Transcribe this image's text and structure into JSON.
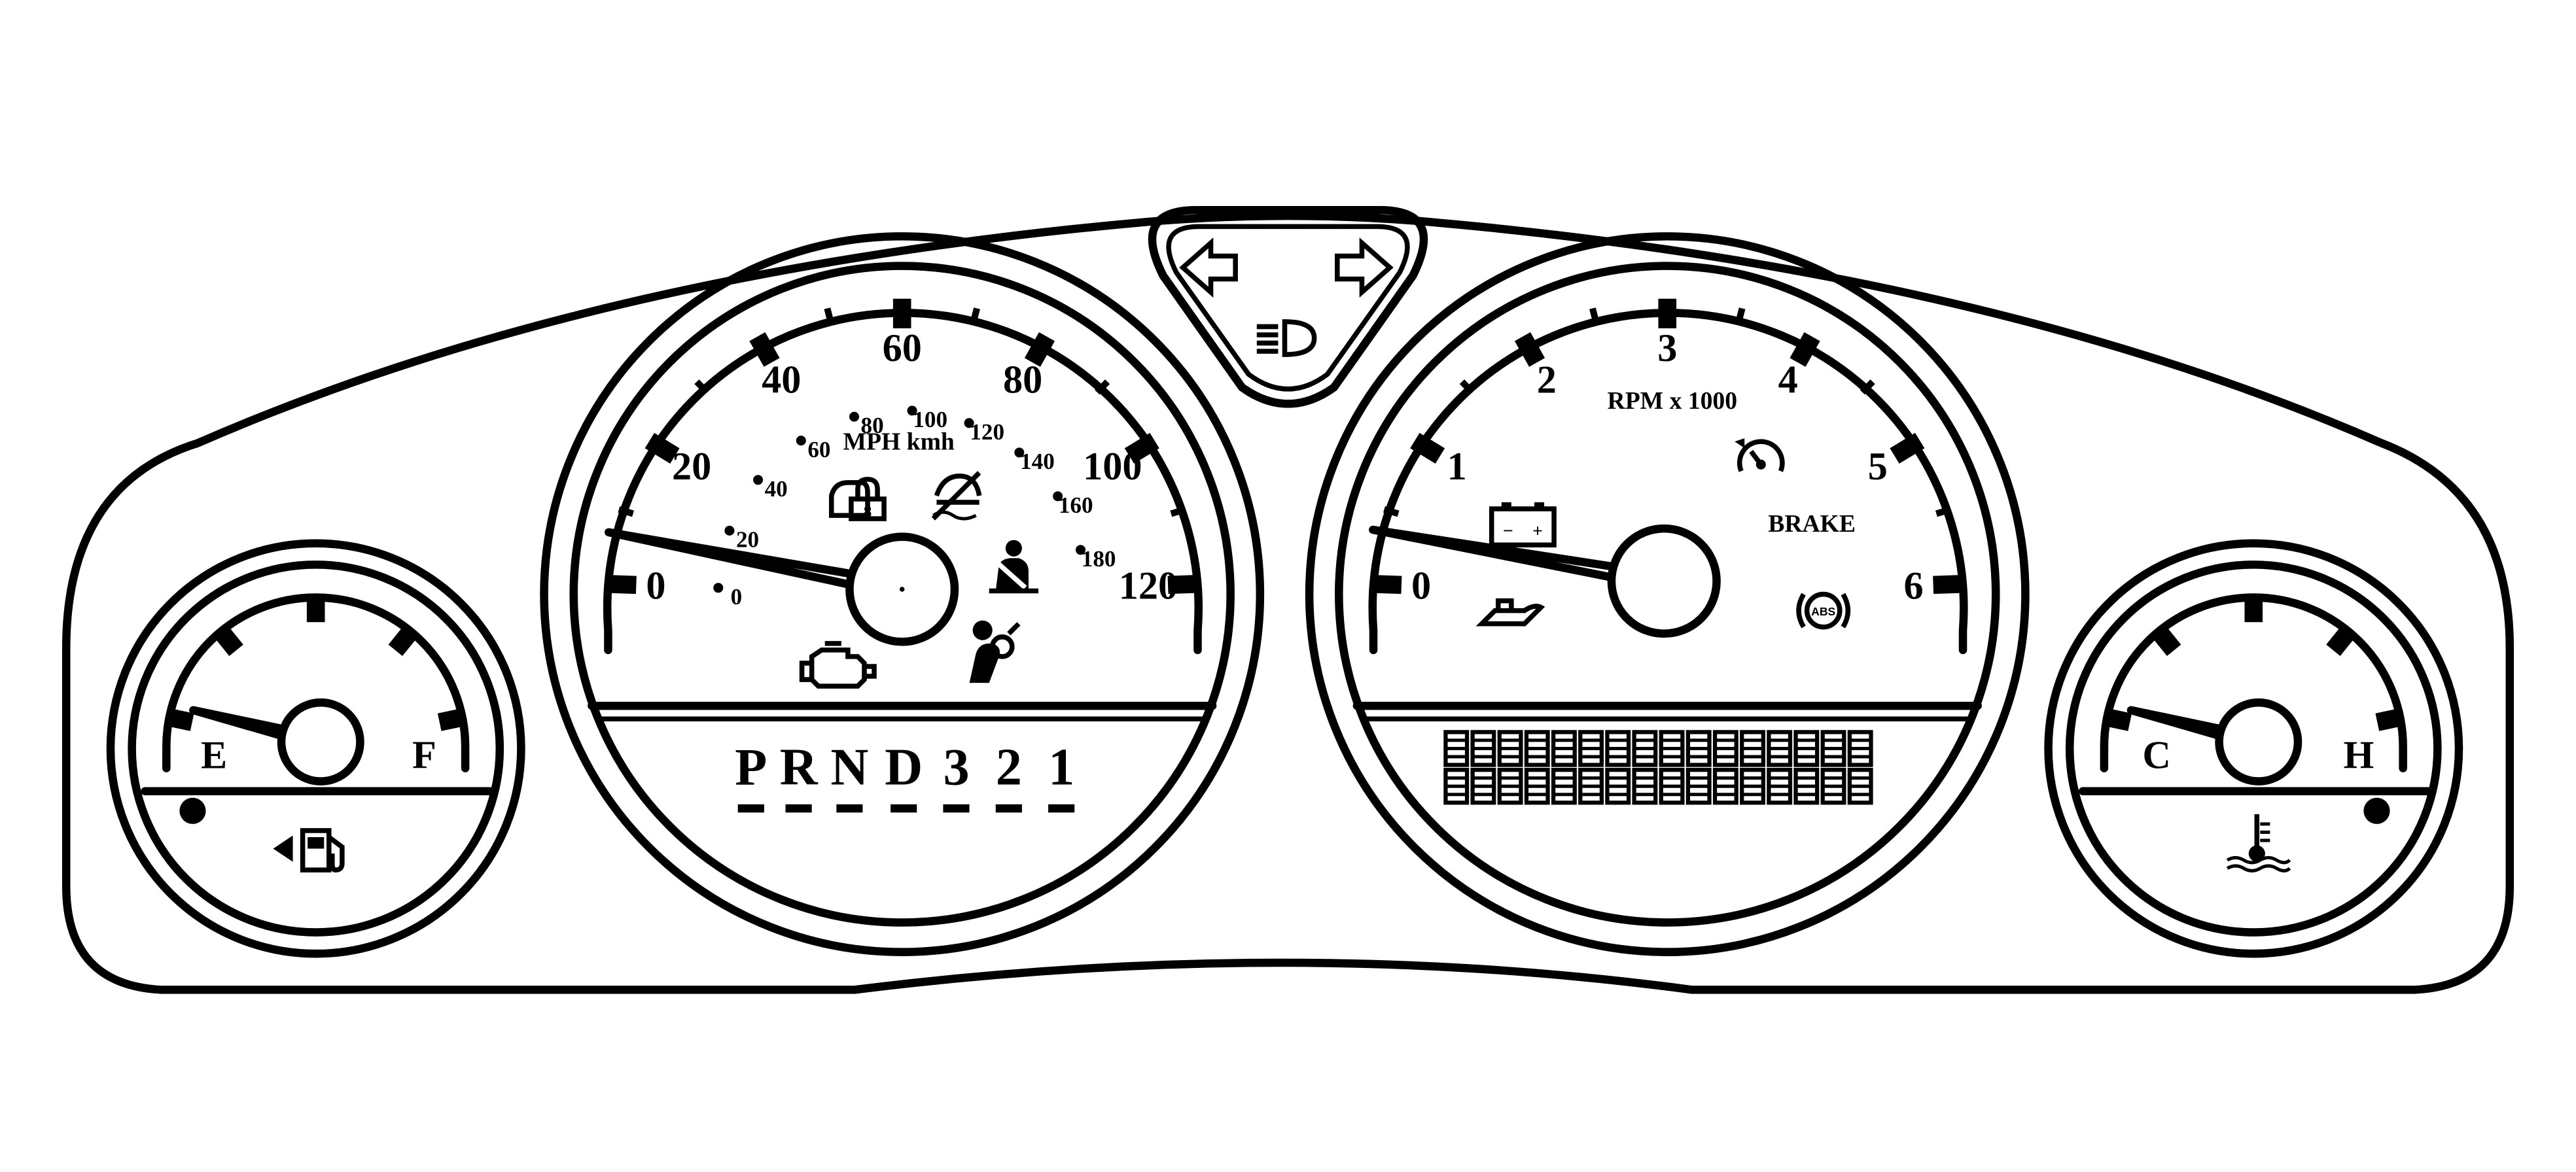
{
  "speedometer": {
    "mph_ticks": [
      "0",
      "20",
      "40",
      "60",
      "80",
      "100",
      "120"
    ],
    "kmh_ticks": [
      "0",
      "20",
      "40",
      "60",
      "80",
      "100",
      "120",
      "140",
      "160",
      "180"
    ],
    "unit_label": "MPH kmh",
    "max_mph": 120,
    "needle_mph": 0
  },
  "tachometer": {
    "ticks": [
      "0",
      "1",
      "2",
      "3",
      "4",
      "5",
      "6"
    ],
    "unit_label": "RPM x 1000",
    "max": 6,
    "needle_rpm": 0,
    "brake_label": "BRAKE",
    "abs_label": "ABS"
  },
  "fuel_gauge": {
    "empty_label": "E",
    "full_label": "F",
    "level": 0
  },
  "temp_gauge": {
    "cold_label": "C",
    "hot_label": "H",
    "level": 0
  },
  "prndl": {
    "gears": [
      "P",
      "R",
      "N",
      "D",
      "3",
      "2",
      "1"
    ]
  },
  "battery_icon": {
    "minus": "−",
    "plus": "+"
  },
  "icons": [
    "left-turn-arrow-icon",
    "right-turn-arrow-icon",
    "high-beam-icon",
    "security-lock-icon",
    "traction-off-icon",
    "seatbelt-icon",
    "airbag-icon",
    "check-engine-icon",
    "battery-icon",
    "oil-pressure-icon",
    "cruise-control-icon",
    "abs-icon",
    "fuel-pump-icon",
    "coolant-temp-icon"
  ]
}
